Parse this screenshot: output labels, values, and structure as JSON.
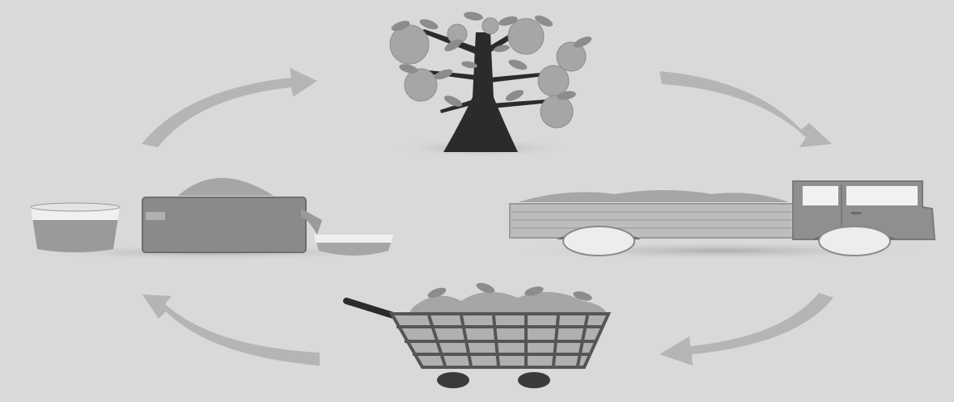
{
  "diagram": {
    "type": "cycle",
    "stages": [
      {
        "icon": "orange-tree-icon"
      },
      {
        "icon": "pickup-truck-icon"
      },
      {
        "icon": "shopping-cart-icon"
      },
      {
        "icon": "juicer-icon"
      }
    ],
    "arrows": [
      "tree-to-truck",
      "truck-to-cart",
      "cart-to-juicer",
      "juicer-to-tree"
    ]
  },
  "colors": {
    "background": "#d9d9d9",
    "fruit": "#a6a6a6",
    "leaf": "#8c8c8c",
    "trunk": "#2b2b2b",
    "arrow": "#b5b5b5",
    "truck_body": "#8f8f8f",
    "juice": "#9a9a9a"
  }
}
